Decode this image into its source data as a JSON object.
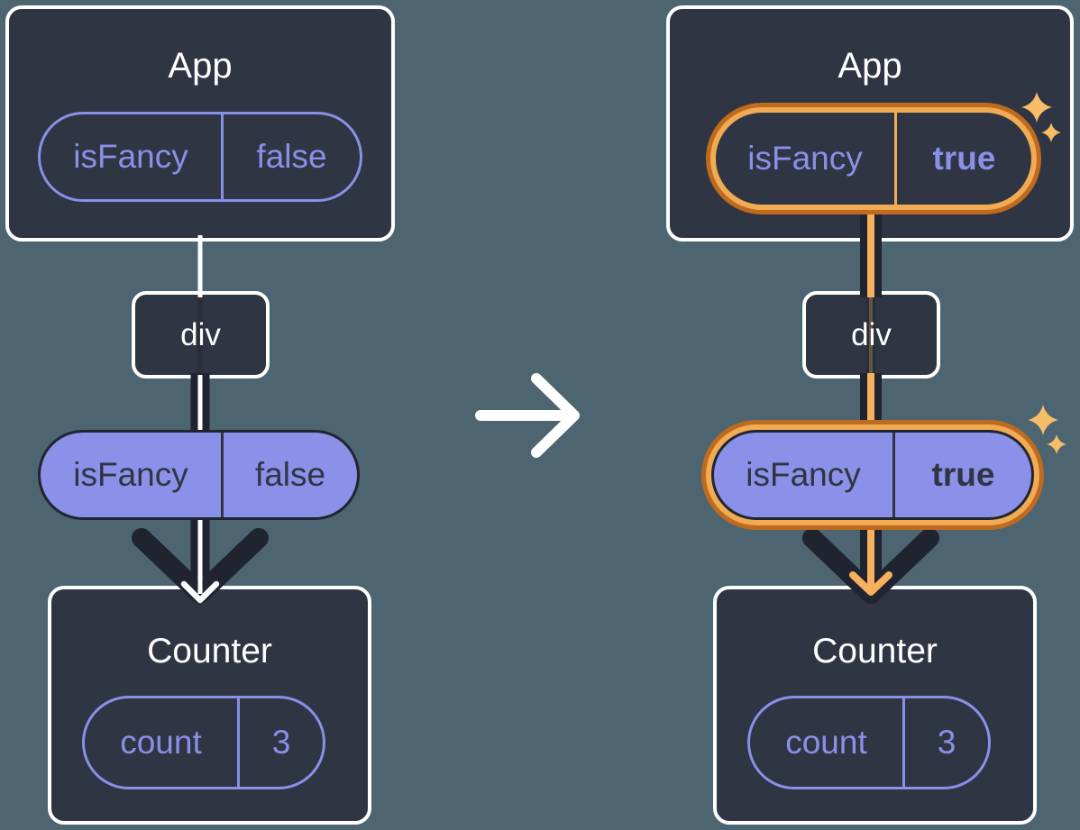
{
  "diagram": {
    "description": "prop-passing-before-after",
    "colors": {
      "background": "#4C6570",
      "box_fill": "#2F3542",
      "box_border": "#FFFFFF",
      "purple_accent": "#8A8FE8",
      "purple_fill": "#8B90E9",
      "dark_line": "#1F2430",
      "orange_ring_outer": "#BE6A1F",
      "orange_ring_inner": "#F1AB54",
      "orange_line": "#F6B05E",
      "sparkle": "#F7BD69"
    },
    "before": {
      "app": {
        "title": "App",
        "prop": {
          "name": "isFancy",
          "value": "false"
        }
      },
      "div": {
        "label": "div"
      },
      "passed_prop": {
        "name": "isFancy",
        "value": "false"
      },
      "counter": {
        "title": "Counter",
        "state": {
          "name": "count",
          "value": "3"
        }
      }
    },
    "after": {
      "app": {
        "title": "App",
        "prop": {
          "name": "isFancy",
          "value": "true"
        }
      },
      "div": {
        "label": "div"
      },
      "passed_prop": {
        "name": "isFancy",
        "value": "true"
      },
      "counter": {
        "title": "Counter",
        "state": {
          "name": "count",
          "value": "3"
        }
      }
    }
  }
}
